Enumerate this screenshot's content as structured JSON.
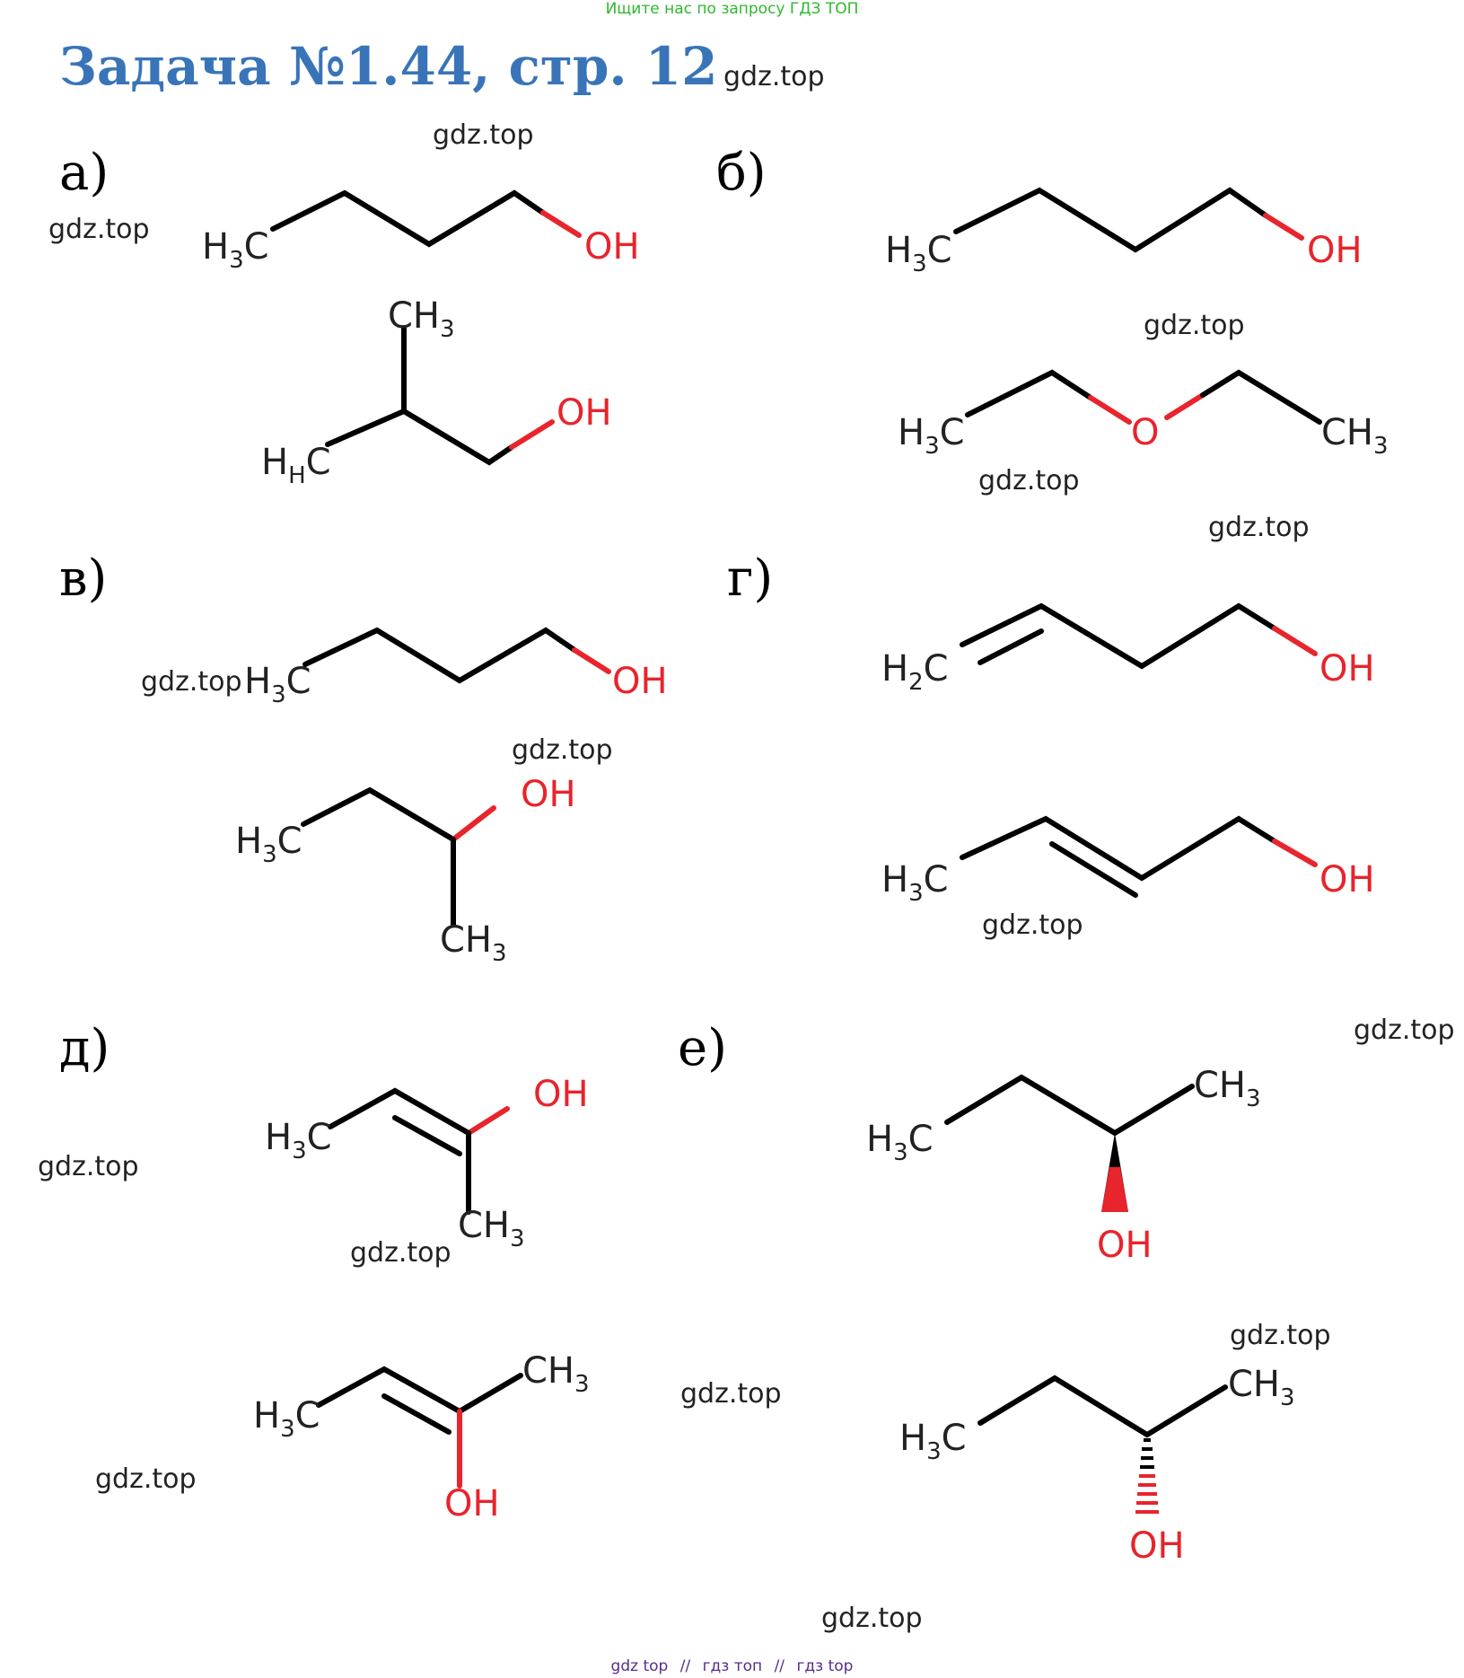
{
  "header": {
    "search_hint": "Ищите нас по запросу ГДЗ ТОП",
    "title": "Задача №1.44, стр. 12"
  },
  "labels": [
    "а)",
    "б)",
    "в)",
    "г)",
    "д)",
    "е)"
  ],
  "watermark": "gdz.top",
  "atoms": {
    "h3c_main": "H",
    "h3c_c": "C",
    "sub3": "3",
    "sub2": "2",
    "oh": "OH",
    "o": "O",
    "ch": "CH"
  },
  "footer": {
    "items": [
      "gdz top",
      "гдз топ",
      "гдз top"
    ],
    "separator": "//"
  },
  "colors": {
    "title": "#3a74b8",
    "heteroatom": "#e8242c",
    "search_hint": "#2eb82e",
    "footer": "#5a2c8a"
  }
}
